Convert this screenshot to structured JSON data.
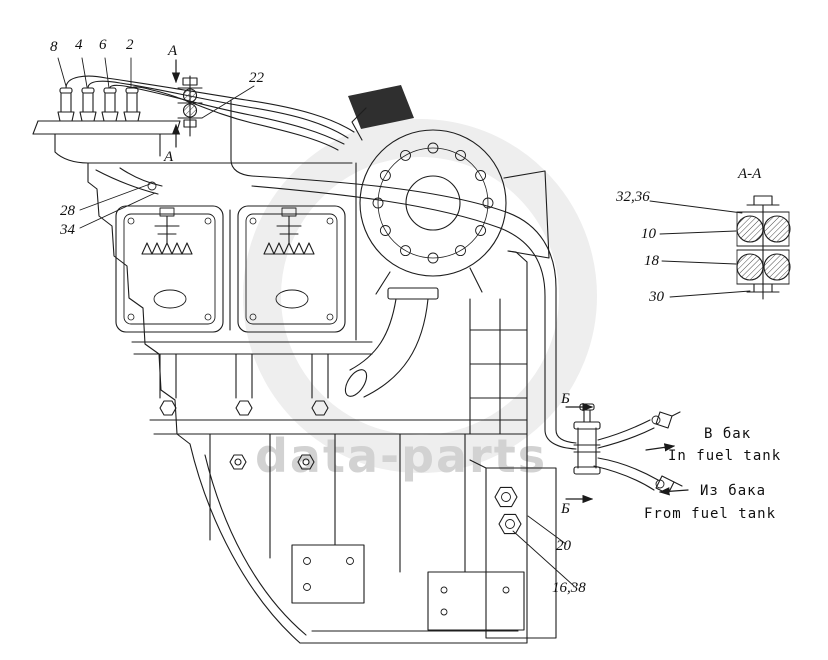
{
  "figure": {
    "watermark": "data-parts",
    "section_title": "А-А"
  },
  "markers": {
    "a_top": "А",
    "a_mid": "А",
    "b_top": "Б",
    "b_bottom": "Б"
  },
  "callouts": {
    "n8": "8",
    "n4": "4",
    "n6": "6",
    "n2": "2",
    "n22": "22",
    "n28": "28",
    "n34": "34",
    "n32_36": "32,36",
    "n10": "10",
    "n18": "18",
    "n30": "30",
    "n20": "20",
    "n16_38": "16,38"
  },
  "annotations": {
    "to_tank_ru": "В бак",
    "to_tank_en": "In fuel tank",
    "from_tank_ru": "Из бака",
    "from_tank_en": "From fuel tank"
  }
}
